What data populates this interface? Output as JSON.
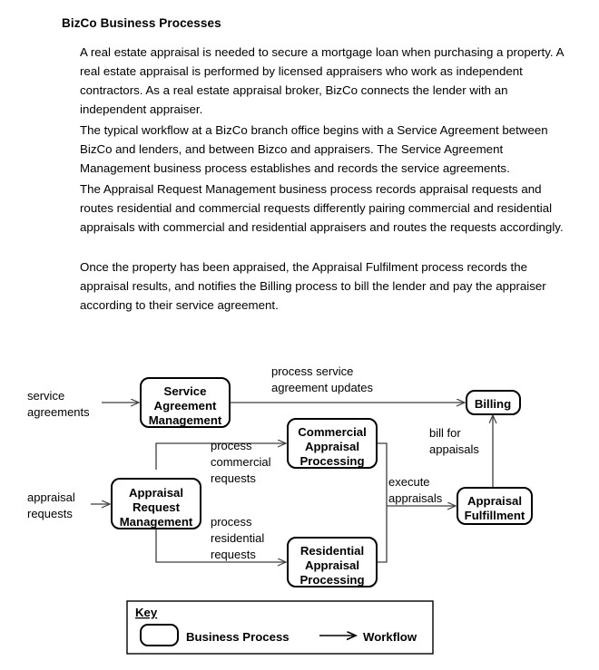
{
  "document": {
    "title": "BizCo Business Processes",
    "paragraphs": [
      "A real estate appraisal is needed to secure a mortgage loan when purchasing a property.   A real estate appraisal is performed by licensed appraisers who work as independent contractors.  As a real estate appraisal broker, BizCo connects the lender with an independent appraiser.",
      "The typical workflow at a BizCo branch office begins with a Service Agreement between BizCo and lenders, and between Bizco and appraisers.  The Service Agreement Management business process establishes and records the service agreements.",
      "The Appraisal Request Management business process records appraisal requests and routes residential and commercial requests differently pairing commercial and residential appraisals with commercial and residential appraisers and routes the requests accordingly.",
      "Once the property has been appraised, the Appraisal Fulfilment process records the appraisal results, and notifies the Billing process to bill the lender and pay the appraiser according to their service agreement."
    ]
  },
  "diagram": {
    "type": "process-flow",
    "nodes": [
      {
        "id": "service-agreement-management",
        "lines": [
          "Service",
          "Agreement",
          "Management"
        ]
      },
      {
        "id": "appraisal-request-management",
        "lines": [
          "Appraisal",
          "Request",
          "Management"
        ]
      },
      {
        "id": "commercial-appraisal-processing",
        "lines": [
          "Commercial",
          "Appraisal",
          "Processing"
        ]
      },
      {
        "id": "residential-appraisal-processing",
        "lines": [
          "Residential",
          "Appraisal",
          "Processing"
        ]
      },
      {
        "id": "appraisal-fulfillment",
        "lines": [
          "Appraisal",
          "Fulfillment"
        ]
      },
      {
        "id": "billing",
        "lines": [
          "Billing"
        ]
      }
    ],
    "inputs": [
      {
        "id": "service-agreements",
        "lines": [
          "service",
          "agreements"
        ],
        "target": "service-agreement-management"
      },
      {
        "id": "appraisal-requests",
        "lines": [
          "appraisal",
          "requests"
        ],
        "target": "appraisal-request-management"
      }
    ],
    "edges": [
      {
        "id": "process-service-agreement-updates",
        "lines": [
          "process service",
          "agreement updates"
        ],
        "from": "service-agreement-management",
        "to": "billing"
      },
      {
        "id": "process-commercial-requests",
        "lines": [
          "process",
          "commercial",
          "requests"
        ],
        "from": "appraisal-request-management",
        "to": "commercial-appraisal-processing"
      },
      {
        "id": "process-residential-requests",
        "lines": [
          "process",
          "residential",
          "requests"
        ],
        "from": "appraisal-request-management",
        "to": "residential-appraisal-processing"
      },
      {
        "id": "execute-appraisals",
        "lines": [
          "execute",
          "appraisals"
        ],
        "from": "commercial-appraisal-processing",
        "to": "appraisal-fulfillment"
      },
      {
        "id": "bill-for-appaisals",
        "lines": [
          "bill for",
          "appaisals"
        ],
        "from": "appraisal-fulfillment",
        "to": "billing"
      }
    ],
    "key": {
      "title": "Key",
      "shape_label": "Business Process",
      "arrow_label": "Workflow"
    }
  }
}
